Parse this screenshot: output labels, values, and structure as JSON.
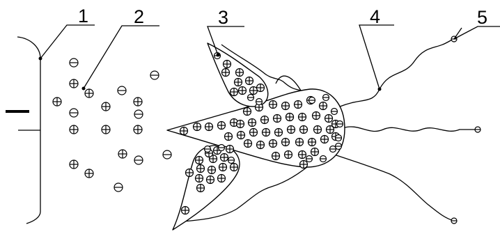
{
  "callouts": [
    {
      "id": "1",
      "label": "1"
    },
    {
      "id": "2",
      "label": "2"
    },
    {
      "id": "3",
      "label": "3"
    },
    {
      "id": "4",
      "label": "4"
    },
    {
      "id": "5",
      "label": "5"
    }
  ],
  "symbols": {
    "positive_ion": "plus-in-circle",
    "negative_ion": "minus-in-circle"
  },
  "colors": {
    "ink": "#000000",
    "background": "#ffffff"
  }
}
